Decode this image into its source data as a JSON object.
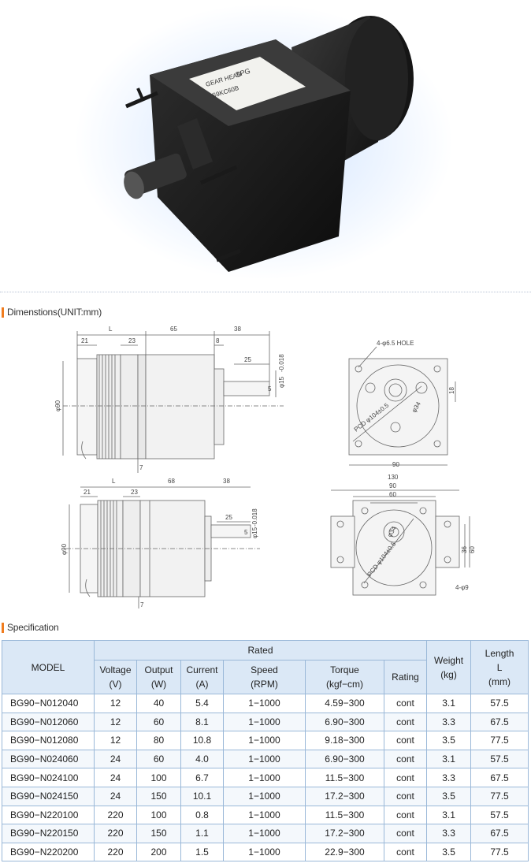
{
  "sections": {
    "dimensions_title": "Dimenstions(UNIT:mm)",
    "specification_title": "Specification"
  },
  "photo_label": {
    "brand": "SPG",
    "line1": "GEAR HEAD",
    "line2": "S9KC60B"
  },
  "drawing_labels": {
    "top_L": "L",
    "top_65": "65",
    "top_38": "38",
    "top_21": "21",
    "top_23": "23",
    "top_8": "8",
    "top_25": "25",
    "top_5": "5",
    "top_phi15": "φ15",
    "top_tol": "-0.018",
    "top_phi90": "φ90",
    "top_7": "7",
    "top_hole": "4-φ6.5 HOLE",
    "top_pcd": "PCD φ104±0.5",
    "top_phi34": "φ34",
    "top_18": "18",
    "top_90": "90",
    "bot_L": "L",
    "bot_68": "68",
    "bot_38": "38",
    "bot_21": "21",
    "bot_23": "23",
    "bot_25": "25",
    "bot_5": "5",
    "bot_phi15": "φ15",
    "bot_tol": "-0.018",
    "bot_phi90": "φ90",
    "bot_7": "7",
    "bot_130": "130",
    "bot_90": "90",
    "bot_60": "60",
    "bot_36": "36",
    "bot_60b": "60",
    "bot_phi34": "φ34",
    "bot_pcd": "PCD φ104±0.5",
    "bot_hole": "4-φ9"
  },
  "table": {
    "header": {
      "model": "MODEL",
      "rated": "Rated",
      "voltage": [
        "Voltage",
        "(V)"
      ],
      "output": [
        "Output",
        "(W)"
      ],
      "current": [
        "Current",
        "(A)"
      ],
      "speed": [
        "Speed",
        "(RPM)"
      ],
      "torque": [
        "Torque",
        "(kgf−cm)"
      ],
      "rating": "Rating",
      "weight": [
        "Weight",
        "(kg)"
      ],
      "length": [
        "Length",
        "L",
        "(mm)"
      ]
    },
    "rows": [
      [
        "BG90−N012040",
        "12",
        "40",
        "5.4",
        "1−1000",
        "4.59−300",
        "cont",
        "3.1",
        "57.5"
      ],
      [
        "BG90−N012060",
        "12",
        "60",
        "8.1",
        "1−1000",
        "6.90−300",
        "cont",
        "3.3",
        "67.5"
      ],
      [
        "BG90−N012080",
        "12",
        "80",
        "10.8",
        "1−1000",
        "9.18−300",
        "cont",
        "3.5",
        "77.5"
      ],
      [
        "BG90−N024060",
        "24",
        "60",
        "4.0",
        "1−1000",
        "6.90−300",
        "cont",
        "3.1",
        "57.5"
      ],
      [
        "BG90−N024100",
        "24",
        "100",
        "6.7",
        "1−1000",
        "11.5−300",
        "cont",
        "3.3",
        "67.5"
      ],
      [
        "BG90−N024150",
        "24",
        "150",
        "10.1",
        "1−1000",
        "17.2−300",
        "cont",
        "3.5",
        "77.5"
      ],
      [
        "BG90−N220100",
        "220",
        "100",
        "0.8",
        "1−1000",
        "11.5−300",
        "cont",
        "3.1",
        "57.5"
      ],
      [
        "BG90−N220150",
        "220",
        "150",
        "1.1",
        "1−1000",
        "17.2−300",
        "cont",
        "3.3",
        "67.5"
      ],
      [
        "BG90−N220200",
        "220",
        "200",
        "1.5",
        "1−1000",
        "22.9−300",
        "cont",
        "3.5",
        "77.5"
      ]
    ]
  }
}
